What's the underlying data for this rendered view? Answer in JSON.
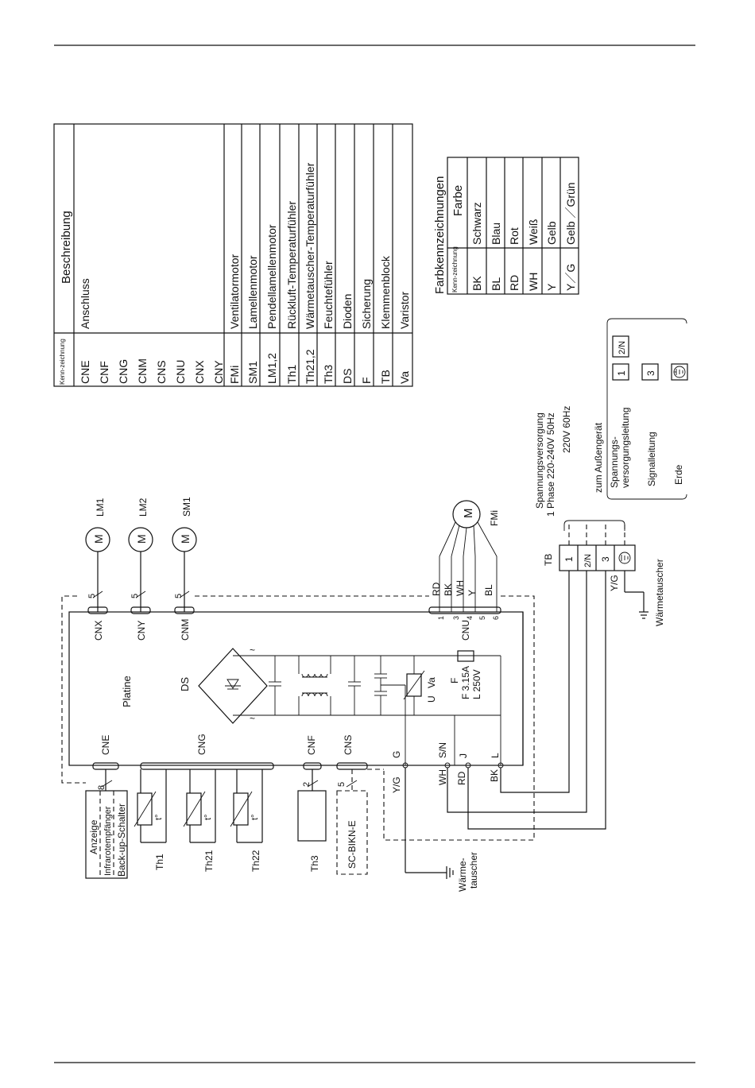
{
  "legend_table": {
    "header_code": "Kenn-zeichnung",
    "header_desc": "Beschreibung",
    "rows": [
      {
        "code": "CNE",
        "desc": "Anschluss"
      },
      {
        "code": "CNF",
        "desc": ""
      },
      {
        "code": "CNG",
        "desc": ""
      },
      {
        "code": "CNM",
        "desc": ""
      },
      {
        "code": "CNS",
        "desc": ""
      },
      {
        "code": "CNU",
        "desc": ""
      },
      {
        "code": "CNX",
        "desc": ""
      },
      {
        "code": "CNY",
        "desc": ""
      },
      {
        "code": "FMi",
        "desc": "Ventilatormotor"
      },
      {
        "code": "SM1",
        "desc": "Lamellenmotor"
      },
      {
        "code": "LM1,2",
        "desc": "Pendellamellenmotor"
      },
      {
        "code": "Th1",
        "desc": "Rückluft-Temperaturfühler"
      },
      {
        "code": "Th21,2",
        "desc": "Wärmetauscher-Temperaturfühler"
      },
      {
        "code": "Th3",
        "desc": "Feuchtefühler"
      },
      {
        "code": "DS",
        "desc": "Dioden"
      },
      {
        "code": "F",
        "desc": "Sicherung"
      },
      {
        "code": "TB",
        "desc": "Klemmenblock"
      },
      {
        "code": "Va",
        "desc": "Varistor"
      }
    ]
  },
  "color_table": {
    "title": "Farbkennzeichnungen",
    "header_code": "Kenn-zeichnung",
    "header_color": "Farbe",
    "rows": [
      {
        "code": "BK",
        "color": "Schwarz"
      },
      {
        "code": "BL",
        "color": "Blau"
      },
      {
        "code": "RD",
        "color": "Rot"
      },
      {
        "code": "WH",
        "color": "Weiß"
      },
      {
        "code": "Y",
        "color": "Gelb"
      },
      {
        "code": "Y／G",
        "color": "Gelb ／Grün"
      }
    ]
  },
  "power_supply": {
    "title": "Spannungsversorgung",
    "line1": "1 Phase 220-240V  50Hz",
    "line2": "220V  60Hz"
  },
  "outdoor_unit": {
    "title": "zum Außengerät",
    "supply_label_1": "Spannungs-",
    "supply_label_2": "versorgungsleitung",
    "signal_label": "Signalleitung",
    "earth_label": "Erde",
    "legend_terminals": [
      "1",
      "2/N",
      "3"
    ]
  },
  "terminal_block": {
    "name": "TB",
    "terminals": [
      "1",
      "2/N",
      "3"
    ],
    "earth_wire": "Y/G",
    "earth_target": "Wärmetauscher"
  },
  "motors": {
    "lm1": "LM1",
    "lm2": "LM2",
    "sm1": "SM1",
    "fm": "FMi",
    "symbol": "M"
  },
  "board": {
    "name": "Platine",
    "diodes": "DS",
    "varistor": "Va",
    "fuse_name": "F",
    "fuse_rating_1": "F 3.15A",
    "fuse_rating_2": "L 250V",
    "connectors_top": [
      "CNX",
      "CNY",
      "CNM",
      "CNU"
    ],
    "connectors_bottom": [
      "CNE",
      "CNG",
      "CNF",
      "CNS",
      "G",
      "S/N",
      "J",
      "L"
    ],
    "pin_counts": [
      "5",
      "5",
      "5",
      "8",
      "2",
      "5"
    ],
    "cnu_pins": [
      "1",
      "3",
      "4",
      "5",
      "6"
    ],
    "fan_wires": [
      "RD",
      "BK",
      "WH",
      "Y",
      "BL"
    ],
    "bottom_wires": [
      "Y/G",
      "WH",
      "RD",
      "BK"
    ],
    "earth_target": "Wärme-tauscher"
  },
  "peripherals": {
    "display_1": "Anzeige",
    "display_2": "Infrarotempfänger",
    "display_3": "Back-up-Schalter",
    "th1": "Th1",
    "th21": "Th21",
    "th22": "Th22",
    "th3": "Th3",
    "sc": "SC-BIKN-E",
    "temp_symbol": "t°"
  }
}
